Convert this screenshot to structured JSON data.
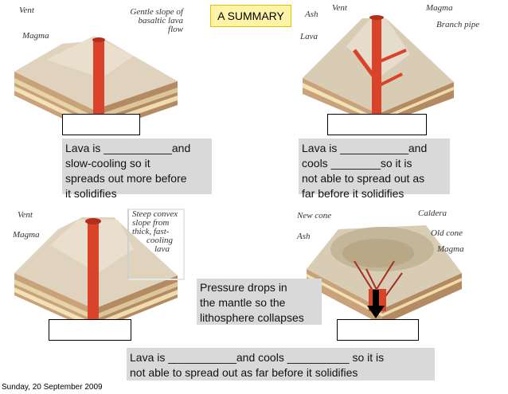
{
  "title": "A SUMMARY",
  "diagrams": {
    "top_left": {
      "labels": {
        "vent": "Vent",
        "magma": "Magma",
        "slope": [
          "Gentle slope of",
          "basaltic lava",
          "flow"
        ]
      },
      "caption": [
        "Lava is ___________and",
        "slow-cooling so it",
        "spreads out more before",
        "it solidifies"
      ]
    },
    "top_right": {
      "labels": {
        "vent": "Vent",
        "magma": "Magma",
        "ash": "Ash",
        "lava": "Lava",
        "branch": "Branch pipe"
      },
      "caption": [
        "Lava is ___________and",
        "cools ________so it is",
        "not able to spread out as",
        "far before it solidifies"
      ]
    },
    "bottom_left": {
      "labels": {
        "vent": "Vent",
        "magma": "Magma",
        "slope": [
          "Steep convex",
          "slope from",
          "thick, fast-",
          "cooling",
          "lava"
        ]
      }
    },
    "bottom_right": {
      "labels": {
        "newcone": "New cone",
        "caldera": "Caldera",
        "ash": "Ash",
        "oldcone": "Old cone",
        "magma": "Magma"
      },
      "pressure_note": [
        "Pressure drops in",
        "the mantle so the",
        "lithosphere collapses"
      ]
    }
  },
  "bottom_caption": [
    "Lava is ___________and cools __________ so it is",
    "not able to spread out as far before it solidifies"
  ],
  "footer_date": "Sunday, 20 September 2009",
  "colors": {
    "title_bg": "#fff3a8",
    "magma": "#d8432a",
    "caption_bg": "#d9d9d9"
  }
}
